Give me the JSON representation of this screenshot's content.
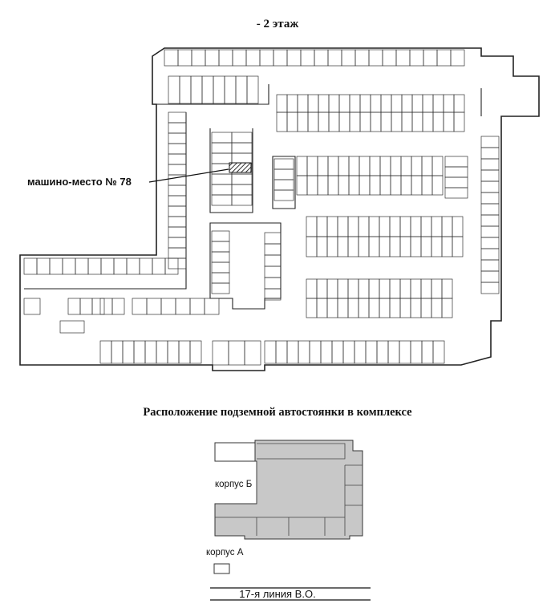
{
  "floor_title": "- 2 этаж",
  "highlighted_spot_label": "машино-место № 78",
  "location_title": "Расположение подземной автостоянки в комплексе",
  "building_b_label": "корпус Б",
  "building_a_label": "корпус А",
  "street_label": "17-я линия В.О.",
  "colors": {
    "ink": "#222222",
    "building_fill": "#c8c8c8",
    "hatch": "#333333"
  }
}
